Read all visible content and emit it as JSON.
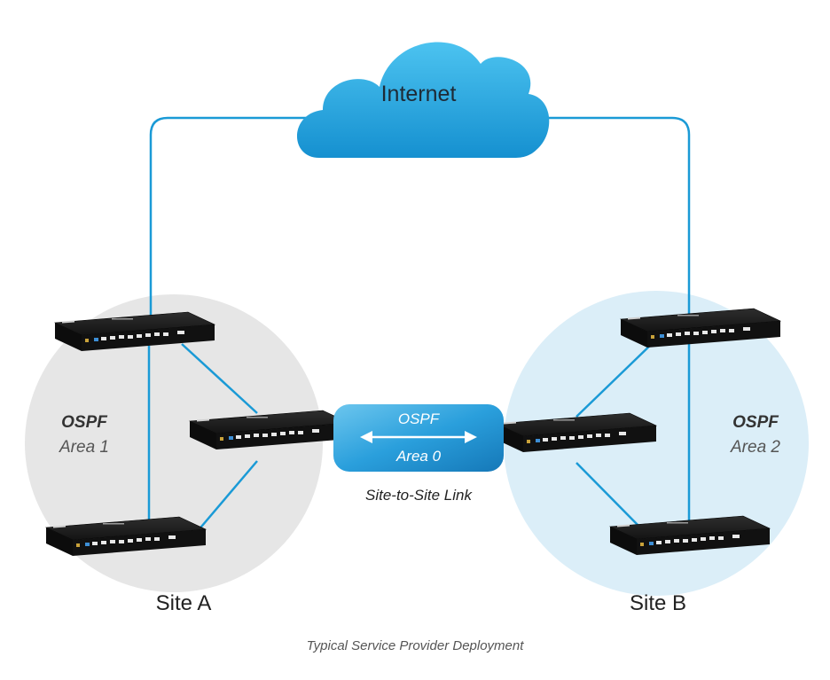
{
  "internet": {
    "label": "Internet"
  },
  "areas": {
    "site_a": {
      "protocol": "OSPF",
      "area": "Area 1"
    },
    "site_b": {
      "protocol": "OSPF",
      "area": "Area 2"
    }
  },
  "link": {
    "protocol": "OSPF",
    "area": "Area 0",
    "label": "Site-to-Site Link"
  },
  "sites": {
    "a": "Site A",
    "b": "Site B"
  },
  "caption": "Typical Service Provider Deployment",
  "colors": {
    "link_line": "#1a9ad6",
    "cloud": "#1aa0dc",
    "site_a_fill": "#e6e6e6",
    "site_b_fill": "#dbeef8",
    "router_body": "#1c1c1c"
  }
}
